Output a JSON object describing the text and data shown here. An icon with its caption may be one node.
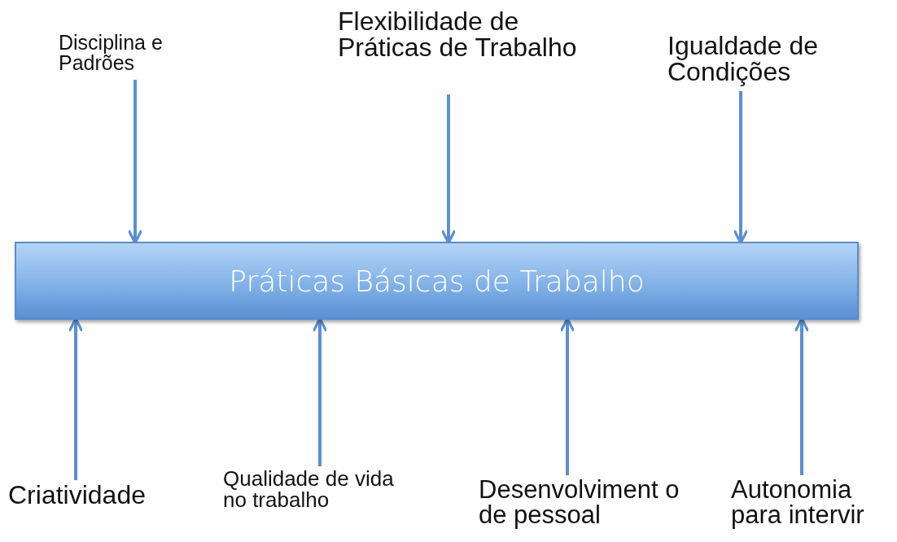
{
  "diagram": {
    "nodes": [
      {
        "text": [
          "Práticas Básicas de Trabalho"
        ]
      },
      {
        "text": [
          "Disciplina e Padrões"
        ]
      },
      {
        "text": [
          "Flexibilidade de Práticas de Trabalho"
        ]
      },
      {
        "text": [
          "Igualdade de Condições"
        ]
      },
      {
        "text": [
          "Criatividade"
        ]
      },
      {
        "text": [
          "Qualidade de vida no trabalho"
        ]
      },
      {
        "text": [
          "Desenvolviment o de pessoal"
        ]
      },
      {
        "text": [
          "Autonomia para intervir"
        ]
      }
    ],
    "edges": [
      {
        "from": 1,
        "to": 0,
        "arrow": "to"
      },
      {
        "from": 2,
        "to": 0,
        "arrow": "to"
      },
      {
        "from": 3,
        "to": 0,
        "arrow": "to"
      },
      {
        "from": 4,
        "to": 0,
        "arrow": "to"
      },
      {
        "from": 5,
        "to": 0,
        "arrow": "to"
      },
      {
        "from": 6,
        "to": 0,
        "arrow": "to"
      },
      {
        "from": 7,
        "to": 0,
        "arrow": "to"
      }
    ]
  }
}
